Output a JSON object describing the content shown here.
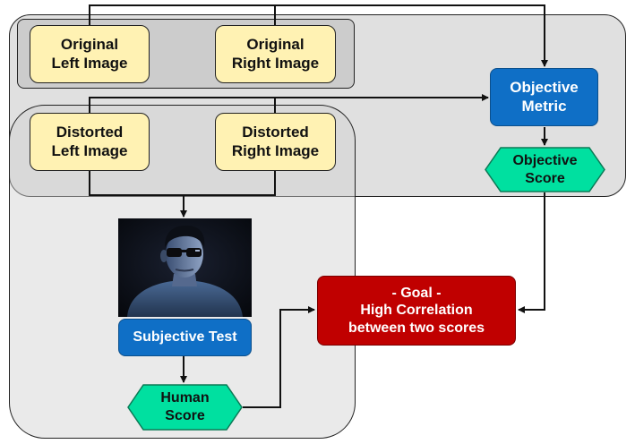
{
  "boxes": {
    "original_left": [
      "Original",
      "Left Image"
    ],
    "original_right": [
      "Original",
      "Right Image"
    ],
    "distorted_left": [
      "Distorted",
      "Left Image"
    ],
    "distorted_right": [
      "Distorted",
      "Right Image"
    ],
    "objective_metric": [
      "Objective",
      "Metric"
    ],
    "objective_score": [
      "Objective",
      "Score"
    ],
    "subjective_test": "Subjective Test",
    "human_score": [
      "Human",
      "Score"
    ],
    "goal": [
      "- Goal -",
      "High Correlation",
      "between two scores"
    ]
  },
  "colors": {
    "region_fill": "#e0e0e0",
    "inner_region_fill": "#cccccc",
    "input_box": "#fff2b3",
    "process_box": "#0f6fc6",
    "score_hexagon": "#00e0a0",
    "goal_box": "#c00000"
  },
  "photo": {
    "subject": "person-wearing-3d-glasses"
  }
}
